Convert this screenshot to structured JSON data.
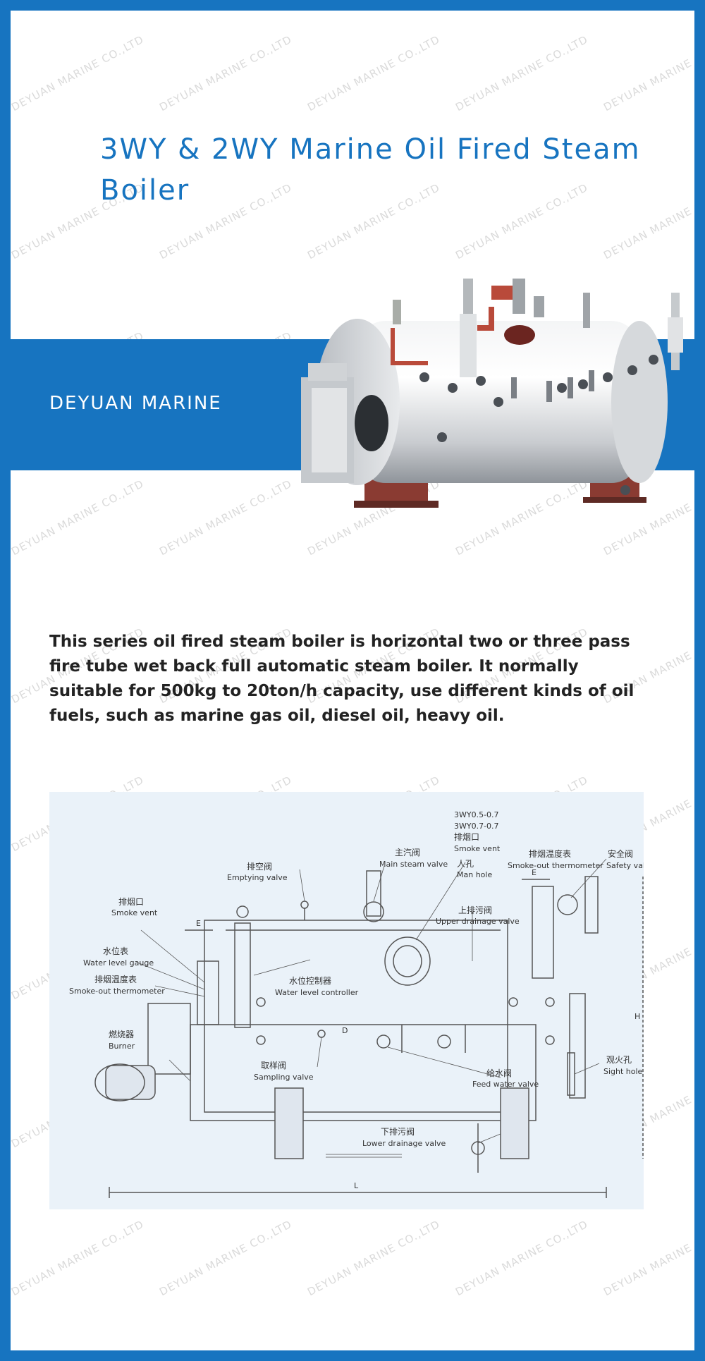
{
  "title": "3WY & 2WY Marine Oil Fired Steam Boiler",
  "brand": "DEYUAN MARINE",
  "watermark": "DEYUAN MARINE CO.,LTD",
  "description": "This series oil fired steam boiler is horizontal two or three pass fire tube wet back full automatic steam boiler. It normally suitable for 500kg to 20ton/h capacity, use different kinds of oil fuels, such as marine gas oil, diesel oil, heavy oil.",
  "colors": {
    "brand_blue": "#1774c0",
    "background": "#ffffff",
    "drawing_bg": "#eaf2f9"
  },
  "drawing": {
    "models": [
      "3WY0.5-0.7",
      "3WY0.7-0.7"
    ],
    "labels": {
      "smoke_vent_top_cn": "排烟口",
      "smoke_vent_top_en": "Smoke vent",
      "emptying_cn": "排空阀",
      "emptying_en": "Emptying valve",
      "main_steam_cn": "主汽阀",
      "main_steam_en": "Main steam valve",
      "man_hole_cn": "人孔",
      "man_hole_en": "Man hole",
      "smoke_thermo_top_cn": "排烟温度表",
      "smoke_thermo_top_en": "Smoke-out thermometer",
      "safety_cn": "安全阀",
      "safety_en": "Safety valve",
      "smoke_vent_left_cn": "排烟口",
      "smoke_vent_left_en": "Smoke vent",
      "upper_drain_cn": "上排污阀",
      "upper_drain_en": "Upper drainage valve",
      "water_gauge_cn": "水位表",
      "water_gauge_en": "Water level gauge",
      "smoke_thermo_left_cn": "排烟温度表",
      "smoke_thermo_left_en": "Smoke-out thermometer",
      "level_ctrl_cn": "水位控制器",
      "level_ctrl_en": "Water level controller",
      "burner_cn": "燃烧器",
      "burner_en": "Burner",
      "sampling_cn": "取样阀",
      "sampling_en": "Sampling valve",
      "feed_cn": "给水阀",
      "feed_en": "Feed water valve",
      "sight_cn": "观火孔",
      "sight_en": "Sight hole",
      "lower_drain_cn": "下排污阀",
      "lower_drain_en": "Lower drainage valve",
      "dim_e": "E",
      "dim_h": "H",
      "dim_l": "L",
      "dim_d": "D"
    }
  }
}
